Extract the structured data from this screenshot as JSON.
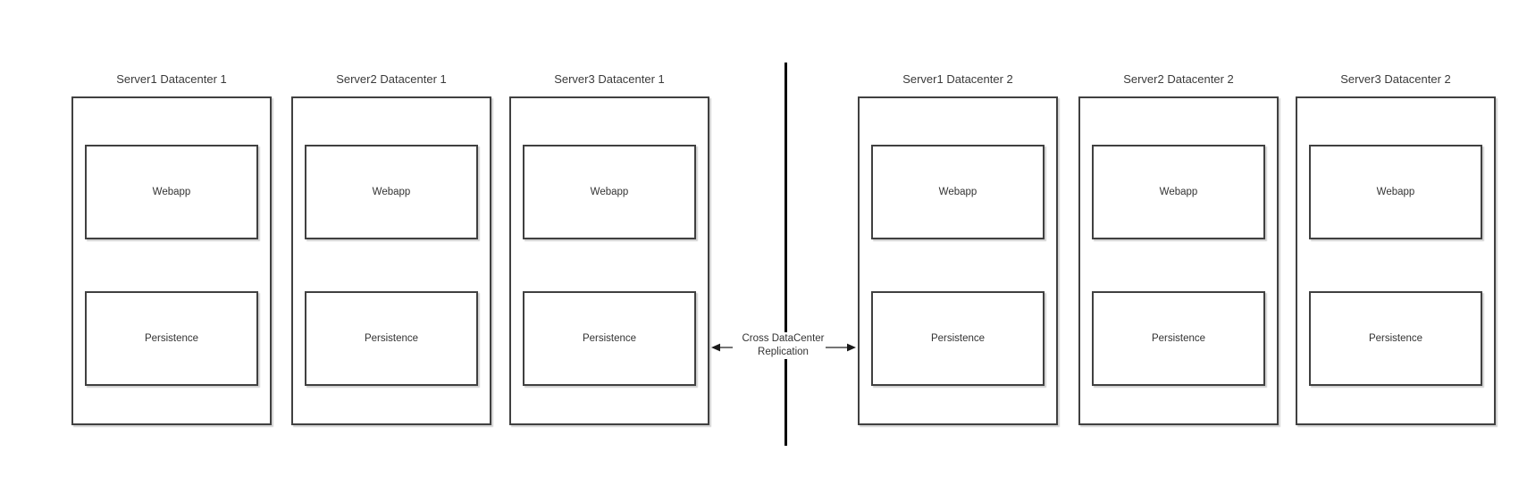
{
  "diagram": {
    "type": "architecture-diagram",
    "datacenters": [
      {
        "name": "Datacenter 1",
        "servers": [
          {
            "title": "Server1 Datacenter 1",
            "webapp_label": "Webapp",
            "persistence_label": "Persistence"
          },
          {
            "title": "Server2 Datacenter 1",
            "webapp_label": "Webapp",
            "persistence_label": "Persistence"
          },
          {
            "title": "Server3 Datacenter 1",
            "webapp_label": "Webapp",
            "persistence_label": "Persistence"
          }
        ]
      },
      {
        "name": "Datacenter 2",
        "servers": [
          {
            "title": "Server1 Datacenter 2",
            "webapp_label": "Webapp",
            "persistence_label": "Persistence"
          },
          {
            "title": "Server2 Datacenter 2",
            "webapp_label": "Webapp",
            "persistence_label": "Persistence"
          },
          {
            "title": "Server3 Datacenter 2",
            "webapp_label": "Webapp",
            "persistence_label": "Persistence"
          }
        ]
      }
    ],
    "replication_label": {
      "line1": "Cross DataCenter",
      "line2": "Replication"
    },
    "colors": {
      "background": "#ffffff",
      "box_border": "#404040",
      "divider_line": "#000000",
      "text": "#333333",
      "arrow_shaft": "#757575",
      "arrow_head": "#1a1a1a"
    }
  }
}
